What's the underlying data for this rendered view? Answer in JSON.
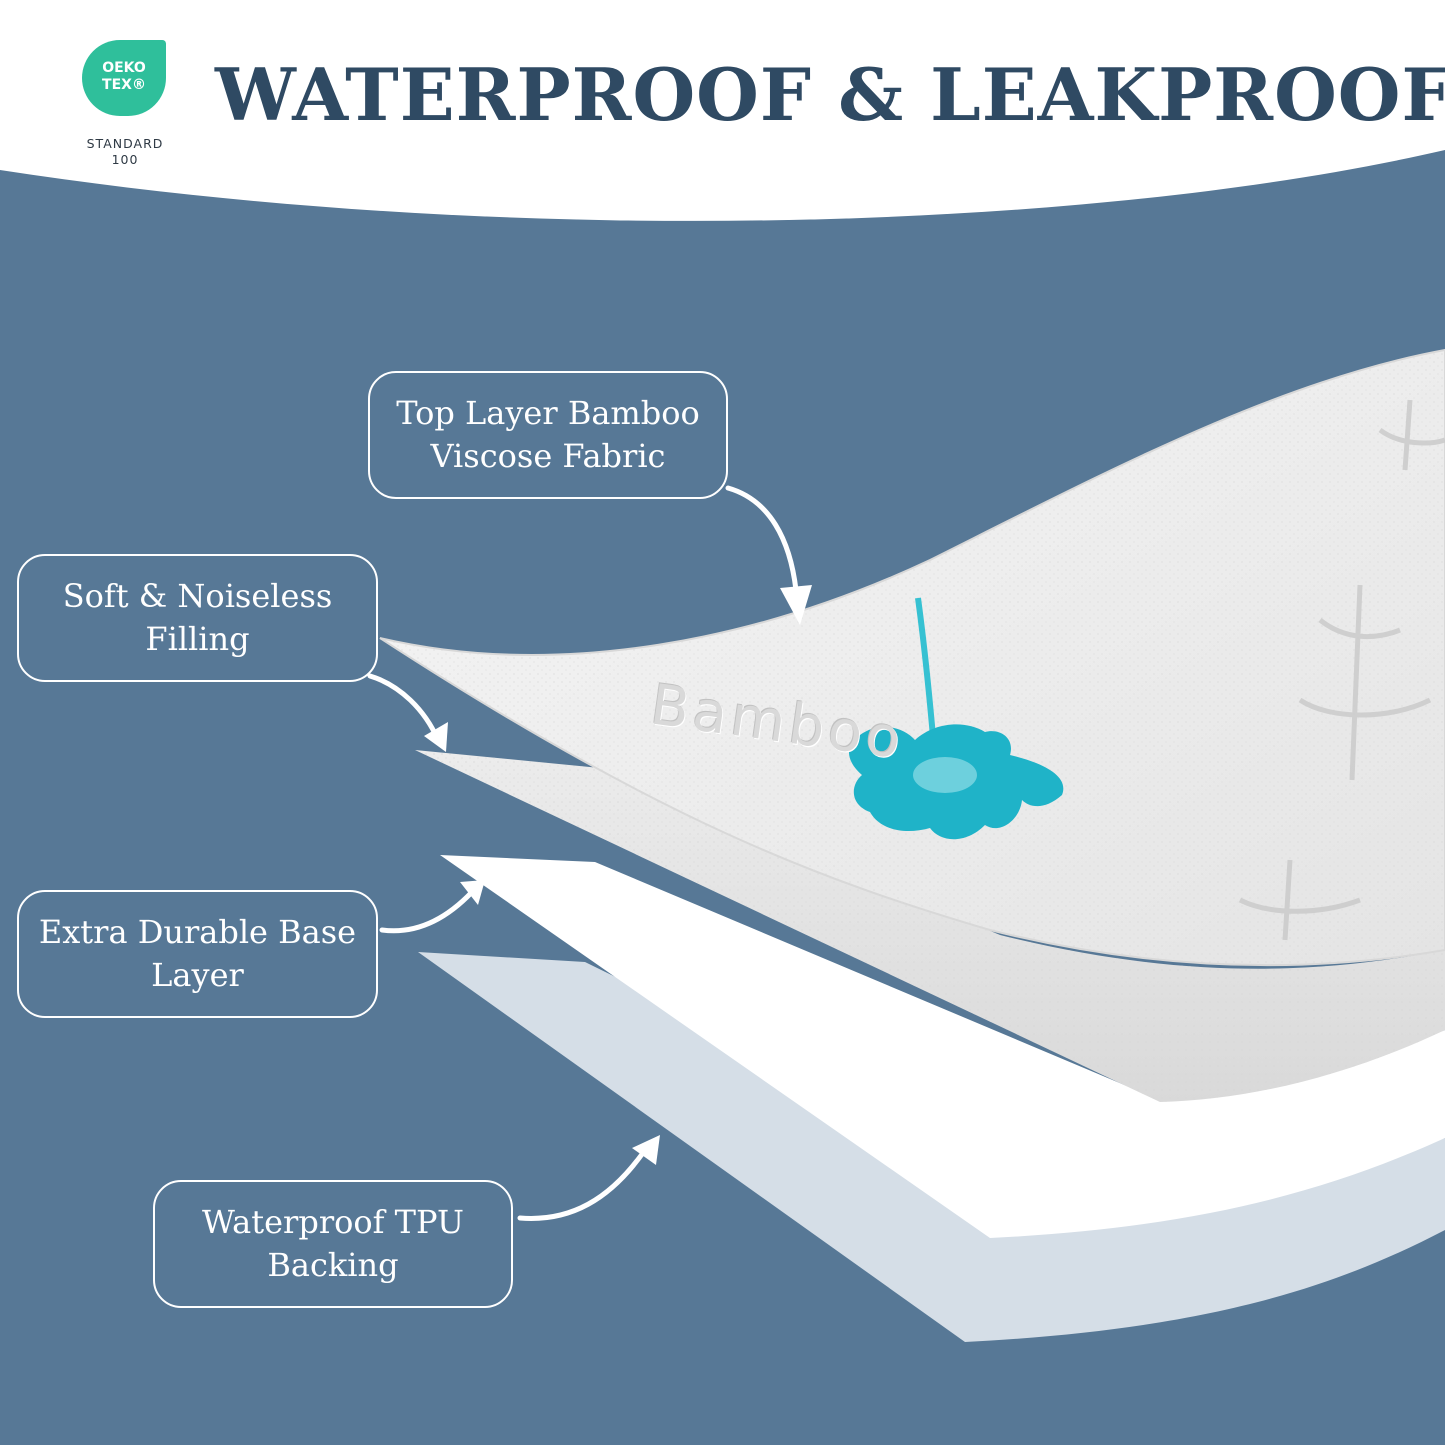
{
  "header": {
    "title": "WATERPROOF & LEAKPROOF"
  },
  "logo": {
    "line1": "OEKO",
    "line2": "TEX®",
    "line3": "STANDARD",
    "line4": "100"
  },
  "callouts": [
    {
      "line1": "Top Layer Bamboo",
      "line2": "Viscose Fabric"
    },
    {
      "line1": "Soft & Noiseless",
      "line2": "Filling"
    },
    {
      "line1": "Extra Durable Base",
      "line2": "Layer"
    },
    {
      "line1": "Waterproof TPU",
      "line2": "Backing"
    }
  ],
  "fabric_embossed_text": "Bamboo",
  "colors": {
    "background": "#577896",
    "title": "#2f4a63",
    "oeko_tex_green": "#2fbf9b",
    "water_drop": "#1fb3c8"
  }
}
